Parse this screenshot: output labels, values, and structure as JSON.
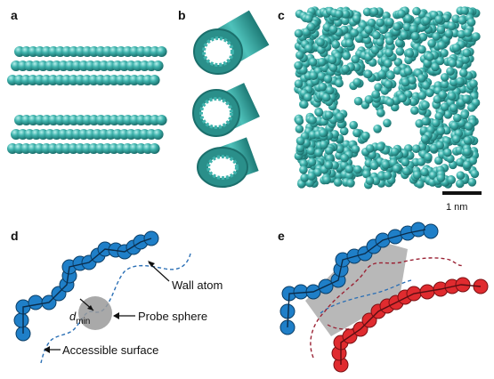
{
  "panels": {
    "a": "a",
    "b": "b",
    "c": "c",
    "d": "d",
    "e": "e"
  },
  "scale_bar": "1 nm",
  "labels": {
    "wall_atom": "Wall atom",
    "probe_sphere": "Probe sphere",
    "accessible_surface": "Accessible surface",
    "d_min": "d",
    "d_min_sub": "min"
  },
  "colors": {
    "teal": "#2f9e9b",
    "teal_light": "#7fd4cf",
    "blue_atom": "#1f7fc8",
    "red_atom": "#e02b2f",
    "probe": "#9a9a9a",
    "dashed_blue": "#2a6fb5",
    "dashed_red": "#9b2335"
  }
}
